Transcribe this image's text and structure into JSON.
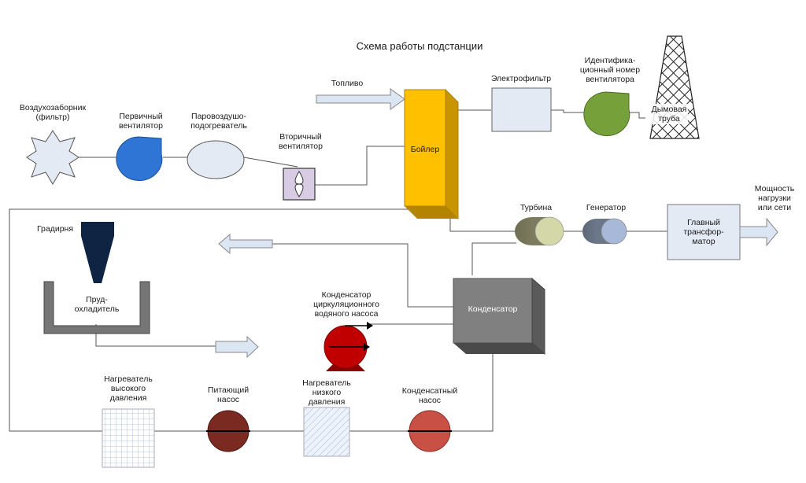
{
  "title": "Схема работы подстанции",
  "labels": {
    "air_intake": "Воздухозаборник\n(фильтр)",
    "primary_fan": "Первичный\nвентилятор",
    "air_preheater": "Паровоздушо-\nподогреватель",
    "secondary_fan": "Вторичный\nвентилятор",
    "fuel": "Топливо",
    "boiler": "Бойлер",
    "electrofilter": "Электрофильтр",
    "fan_id": "Идентифика-\nционный номер\nвентилятора",
    "chimney": "Дымовая\nтруба",
    "turbine": "Турбина",
    "generator": "Генератор",
    "main_transformer": "Главный\nтрансфор-\nматор",
    "output_power": "Мощность\nнагрузки\nили сети",
    "cooling_tower": "Градирня",
    "cooling_pond": "Пруд-\nохладитель",
    "circ_pump_condenser": "Конденсатор\nциркуляционного\nводяного насоса",
    "condenser": "Конденсатор",
    "hp_heater": "Нагреватель\nвысокого\nдавления",
    "feed_pump": "Питающий\nнасос",
    "lp_heater": "Нагреватель\nнизкого\nдавления",
    "condensate_pump": "Конденсатный\nнасос"
  },
  "colors": {
    "boiler": "#FFC000",
    "primary_fan": "#2E75D6",
    "fan_id": "#76A03A",
    "cooling_tower": "#0F2442",
    "circ_pump": "#C00000",
    "feed_pump": "#7B2A22",
    "condensate_pump": "#C85045",
    "condenser": "#808080",
    "turbine": "#D4D8A8",
    "generator": "#A8B8D8",
    "light_box": "#E4EAF4",
    "arrow_fill": "#DCE6F2"
  }
}
